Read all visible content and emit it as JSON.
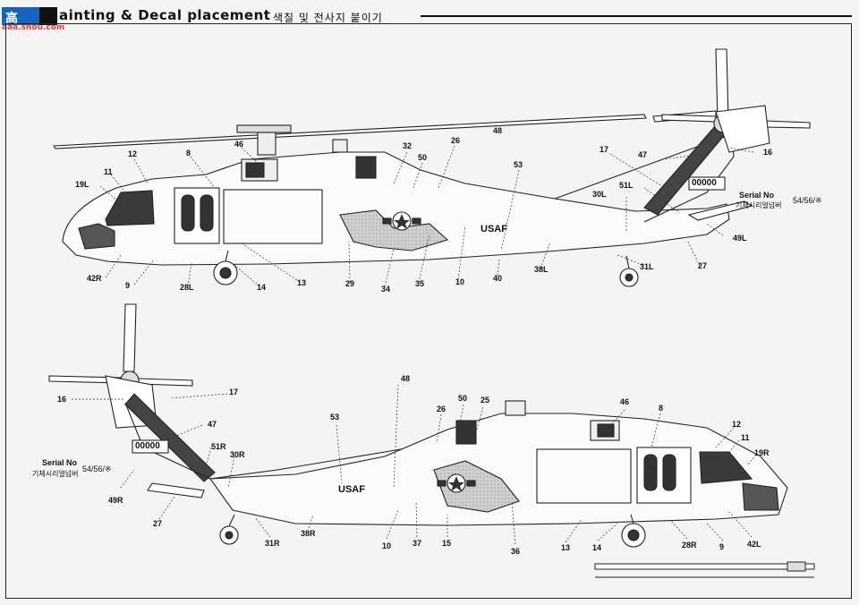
{
  "header": {
    "logo_char": "高",
    "site": "aaa.shou.com",
    "title": "ainting & Decal placement",
    "subtitle": "색칠 및 전사지 붙이기"
  },
  "left_view": {
    "callouts": [
      "46",
      "12",
      "8",
      "32",
      "50",
      "26",
      "48",
      "53",
      "17",
      "47",
      "16",
      "19L",
      "11",
      "30L",
      "51L",
      "42R",
      "9",
      "28L",
      "14",
      "13",
      "29",
      "34",
      "35",
      "10",
      "40",
      "38L",
      "31L",
      "27",
      "49L"
    ],
    "usaf": "USAF",
    "serial_digits": "00000",
    "serial_label": "Serial No",
    "serial_korean": "기체시리얼넘버",
    "serial_suffix": "54/56/※"
  },
  "right_view": {
    "callouts": [
      "48",
      "17",
      "16",
      "47",
      "51R",
      "30R",
      "53",
      "50",
      "25",
      "26",
      "46",
      "8",
      "12",
      "11",
      "19R",
      "49R",
      "27",
      "31R",
      "38R",
      "10",
      "37",
      "15",
      "36",
      "13",
      "14",
      "28R",
      "9",
      "42L"
    ],
    "usaf": "USAF",
    "serial_digits": "00000",
    "serial_label": "Serial No",
    "serial_korean": "기체시리얼넘버",
    "serial_suffix": "54/56/※"
  }
}
